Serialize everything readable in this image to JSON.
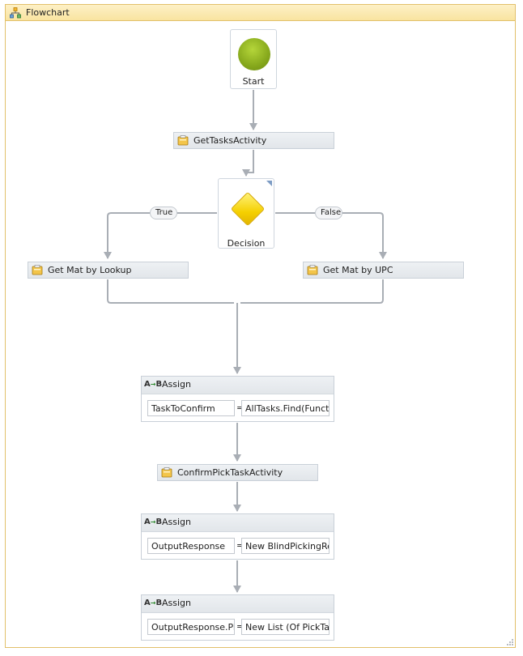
{
  "window": {
    "title": "Flowchart"
  },
  "start": {
    "label": "Start"
  },
  "get_tasks": {
    "label": "GetTasksActivity"
  },
  "decision": {
    "label": "Decision",
    "true_label": "True",
    "false_label": "False"
  },
  "branch_true": {
    "label": "Get Mat by Lookup"
  },
  "branch_false": {
    "label": "Get Mat by UPC"
  },
  "assign1": {
    "title": "Assign",
    "to": "TaskToConfirm",
    "eq": "=",
    "value": "AllTasks.Find(Functic"
  },
  "confirm": {
    "label": "ConfirmPickTaskActivity"
  },
  "assign2": {
    "title": "Assign",
    "to": "OutputResponse",
    "eq": "=",
    "value": "New BlindPickingRes"
  },
  "assign3": {
    "title": "Assign",
    "to": "OutputResponse.Picl",
    "eq": "=",
    "value": "New List (Of PickTa:"
  },
  "colors": {
    "title_bg": "#f9e4a0",
    "frame_border": "#e2c06a",
    "connector": "#a9aeb5",
    "start": "#86a81c",
    "decision": "#f5d000"
  }
}
